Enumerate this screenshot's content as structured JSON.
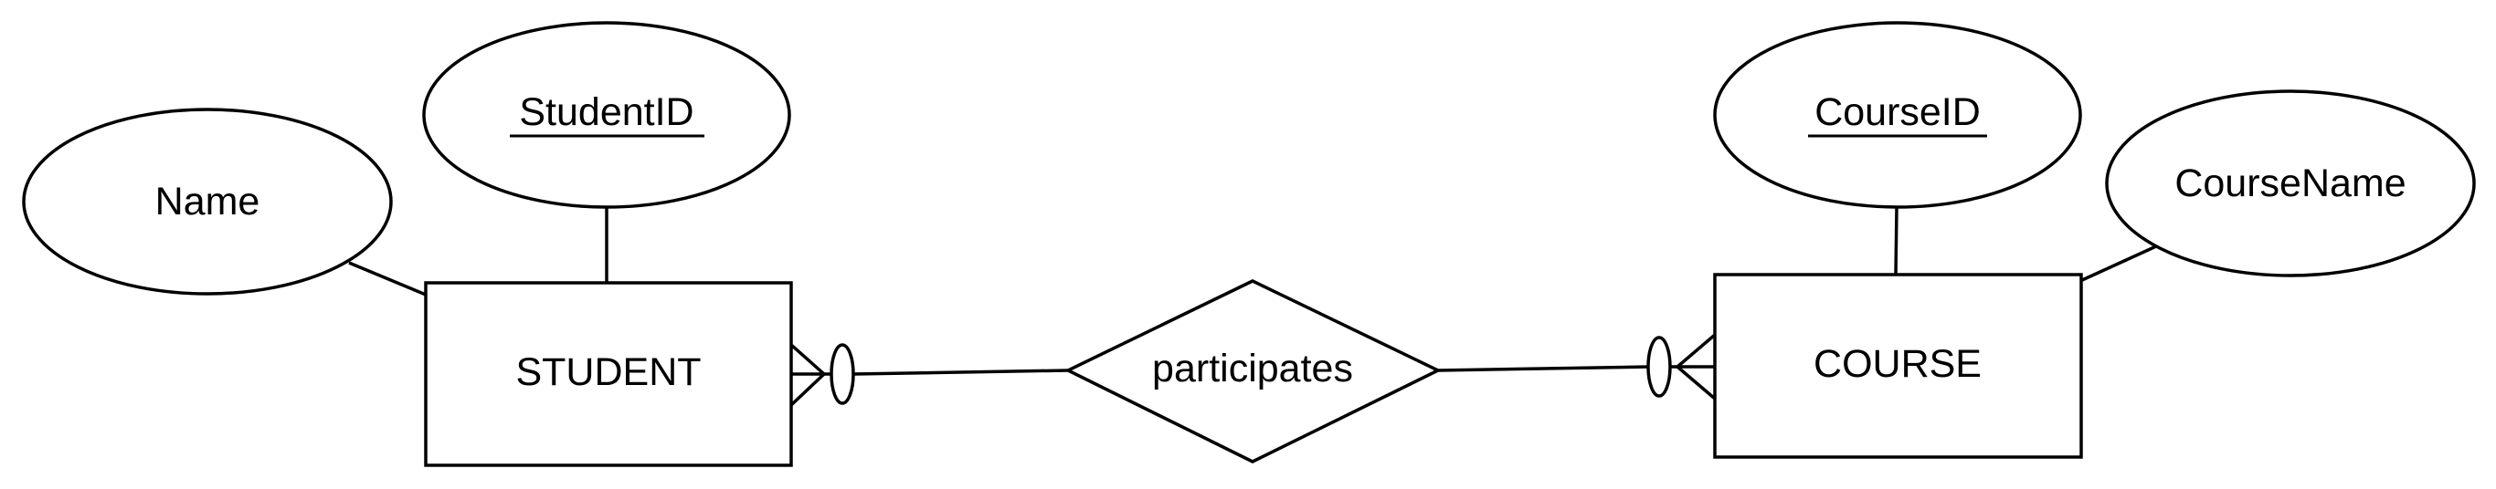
{
  "diagram": {
    "entities": {
      "student": "STUDENT",
      "course": "COURSE"
    },
    "relationship": "participates",
    "attributes": {
      "student_id": "StudentID",
      "name": "Name",
      "course_id": "CourseID",
      "course_name": "CourseName"
    },
    "keys": [
      "StudentID",
      "CourseID"
    ],
    "cardinality": {
      "student_side": "zero-or-many",
      "course_side": "zero-or-many"
    },
    "colors": {
      "stroke": "#000000",
      "fill": "#ffffff",
      "background": "#ffffff"
    }
  }
}
